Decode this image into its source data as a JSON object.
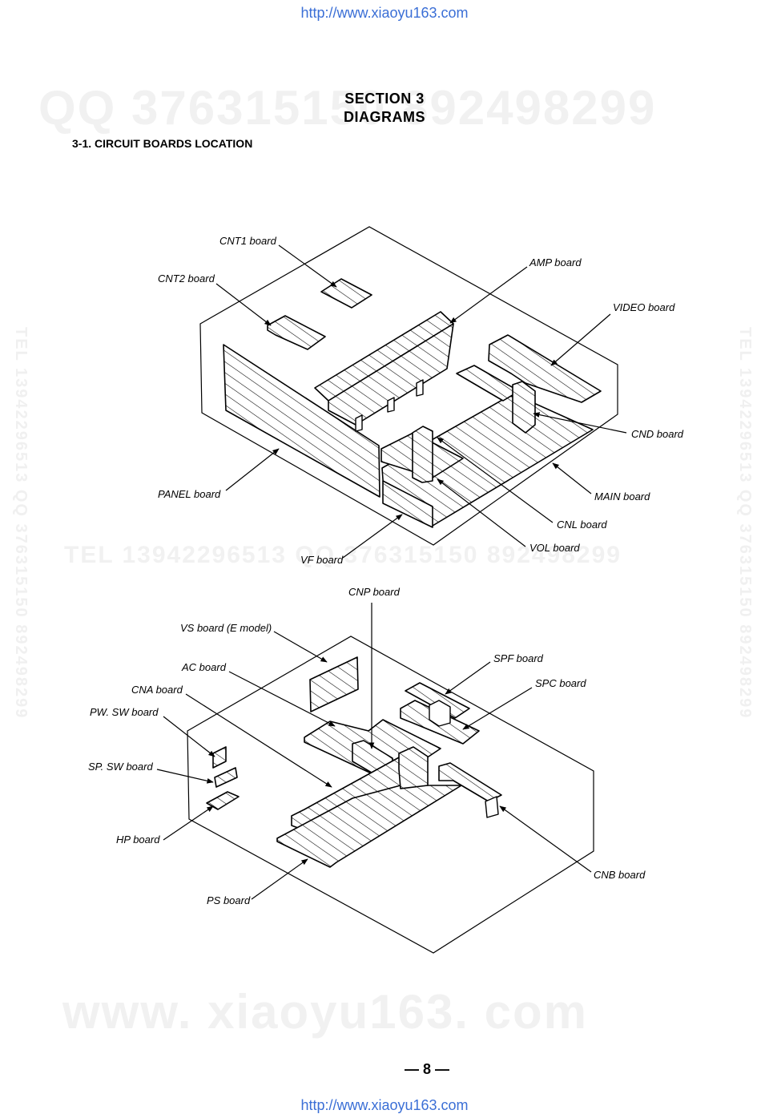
{
  "header_url": "http://www.xiaoyu163.com",
  "footer_url": "http://www.xiaoyu163.com",
  "watermarks": {
    "top": "QQ 376315150 892498299",
    "middle": "TEL 13942296513 QQ 376315150 892498299",
    "bottom": "www. xiaoyu163. com",
    "side": "TEL 13942296513 QQ 376315150 892498299"
  },
  "section": {
    "line1": "SECTION 3",
    "line2": "DIAGRAMS"
  },
  "subsection_title": "3-1. CIRCUIT BOARDS LOCATION",
  "top_diagram_labels": {
    "cnt1": "CNT1 board",
    "cnt2": "CNT2 board",
    "amp": "AMP board",
    "video": "VIDEO board",
    "cnd": "CND board",
    "main": "MAIN board",
    "cnl": "CNL board",
    "vol": "VOL board",
    "vf": "VF board",
    "panel": "PANEL board"
  },
  "bottom_diagram_labels": {
    "cnp": "CNP board",
    "vs": "VS board (E model)",
    "ac": "AC board",
    "cna": "CNA board",
    "pwsw": "PW. SW board",
    "spsw": "SP. SW board",
    "hp": "HP board",
    "ps": "PS board",
    "spf": "SPF board",
    "spc": "SPC board",
    "cnb": "CNB board"
  },
  "page_number": "— 8 —"
}
